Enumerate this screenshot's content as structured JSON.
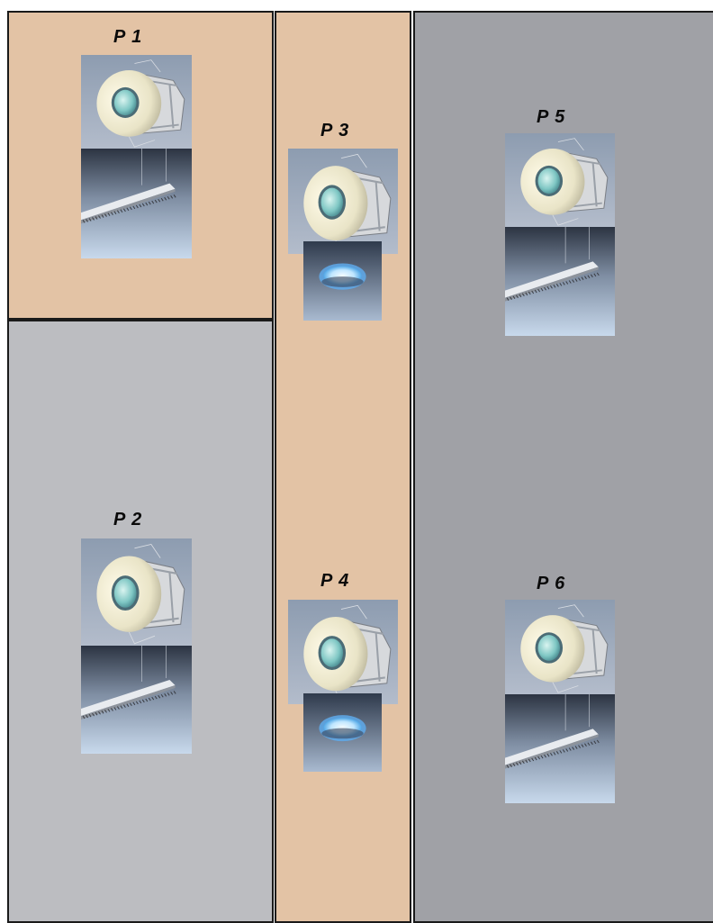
{
  "colors": {
    "zone_warm": "#e3c3a5",
    "zone_light_gray": "#bcbdc1",
    "zone_dark_gray": "#a0a1a6",
    "tile_sky_top": "#8d9cb0",
    "tile_floor_top": "#2c3442",
    "tile_floor_bottom": "#c8d9ec"
  },
  "panels": [
    {
      "id": "p1",
      "label": "P 1"
    },
    {
      "id": "p2",
      "label": "P 2"
    },
    {
      "id": "p3",
      "label": "P 3"
    },
    {
      "id": "p4",
      "label": "P 4"
    },
    {
      "id": "p5",
      "label": "P 5"
    },
    {
      "id": "p6",
      "label": "P 6"
    }
  ]
}
